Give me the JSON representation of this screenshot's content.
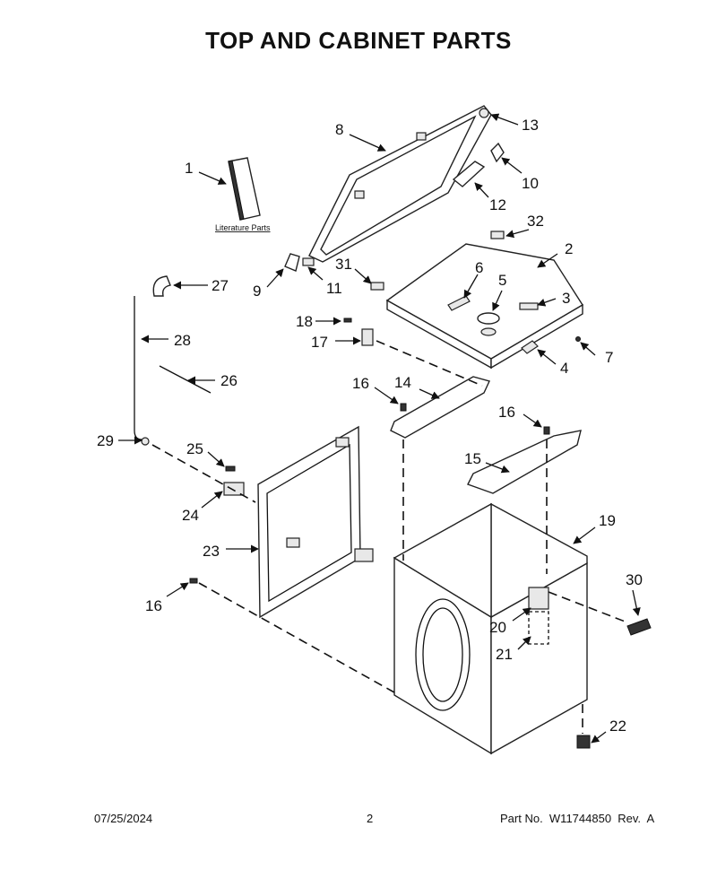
{
  "title": "TOP AND CABINET PARTS",
  "literature_label": "Literature Parts",
  "callouts": {
    "c1": "1",
    "c2": "2",
    "c3": "3",
    "c4": "4",
    "c5": "5",
    "c6": "6",
    "c7": "7",
    "c8": "8",
    "c9": "9",
    "c10": "10",
    "c11": "11",
    "c12": "12",
    "c13": "13",
    "c14": "14",
    "c15": "15",
    "c16a": "16",
    "c16b": "16",
    "c16c": "16",
    "c17": "17",
    "c18": "18",
    "c19": "19",
    "c20": "20",
    "c21": "21",
    "c22": "22",
    "c23": "23",
    "c24": "24",
    "c25": "25",
    "c26": "26",
    "c27": "27",
    "c28": "28",
    "c29": "29",
    "c30": "30",
    "c31": "31",
    "c32": "32"
  },
  "footer": {
    "date": "07/25/2024",
    "page": "2",
    "part_number": "Part No.  W11744850  Rev.  A"
  }
}
